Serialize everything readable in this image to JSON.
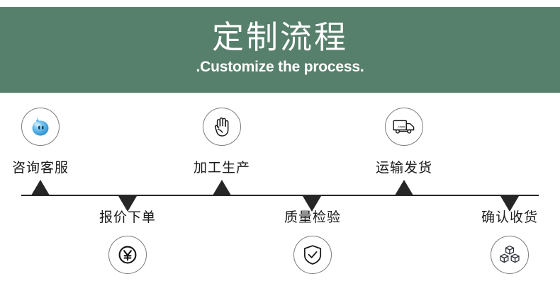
{
  "banner": {
    "title": "定制流程",
    "subtitle": ".Customize the process.",
    "background_color": "#57806C",
    "text_color": "#FFFFFF"
  },
  "timeline": {
    "line_color": "#262626",
    "marker_color": "#262626",
    "steps": [
      {
        "index": 1,
        "label": "咨询客服",
        "icon": "customer-service-bubble-icon",
        "position": "top",
        "marker": "triangle-up",
        "icon_color": "#3C9FE0"
      },
      {
        "index": 2,
        "label": "报价下单",
        "icon": "yen-coin-icon",
        "position": "bottom",
        "marker": "triangle-down",
        "icon_color": "#1B1B1B"
      },
      {
        "index": 3,
        "label": "加工生产",
        "icon": "hand-palm-icon",
        "position": "top",
        "marker": "triangle-up",
        "icon_color": "#1B1B1B"
      },
      {
        "index": 4,
        "label": "质量检验",
        "icon": "shield-check-icon",
        "position": "bottom",
        "marker": "triangle-down",
        "icon_color": "#1B1B1B"
      },
      {
        "index": 5,
        "label": "运输发货",
        "icon": "delivery-truck-icon",
        "position": "top",
        "marker": "triangle-up",
        "icon_color": "#1B1B1B"
      },
      {
        "index": 6,
        "label": "确认收货",
        "icon": "stacked-boxes-icon",
        "position": "bottom",
        "marker": "triangle-down",
        "icon_color": "#2B2F38"
      }
    ]
  }
}
